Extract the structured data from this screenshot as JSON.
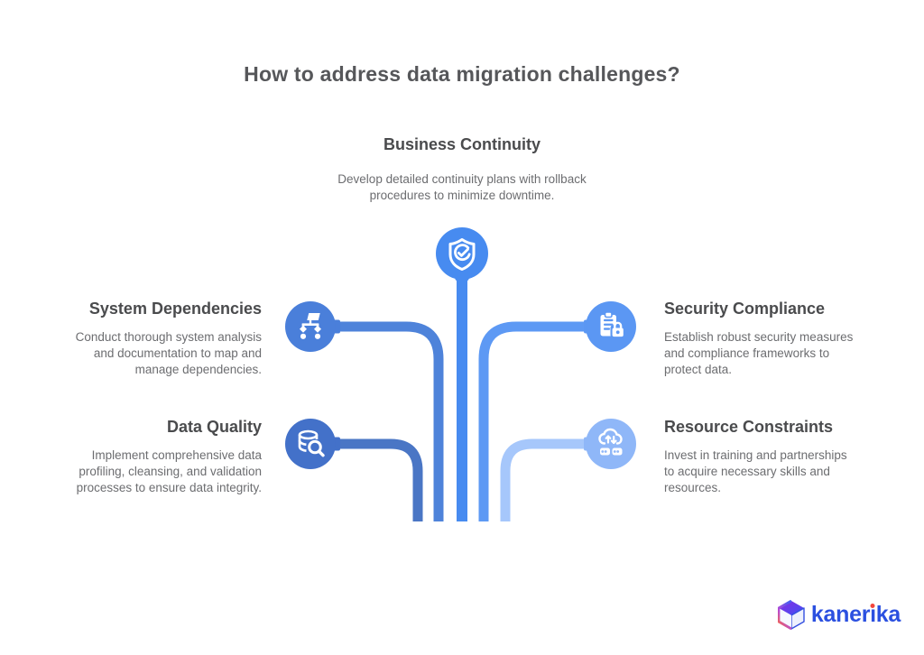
{
  "title": "How to address data migration challenges?",
  "nodes": {
    "business_continuity": {
      "label": "Business Continuity",
      "description": "Develop detailed continuity plans with rollback\nprocedures to minimize downtime.",
      "icon": "shield-check",
      "color": "#478bf0",
      "line_color": "#478bf0"
    },
    "system_dependencies": {
      "label": "System Dependencies",
      "description": "Conduct thorough system analysis\nand documentation to map and\nmanage dependencies.",
      "icon": "sitemap",
      "color": "#4a7fda",
      "line_color": "#4e83da"
    },
    "data_quality": {
      "label": "Data Quality",
      "description": "Implement comprehensive data\nprofiling, cleansing, and validation\nprocesses to ensure data integrity.",
      "icon": "database-search",
      "color": "#4371c9",
      "line_color": "#4a76c5"
    },
    "security_compliance": {
      "label": "Security Compliance",
      "description": "Establish robust security measures\nand compliance frameworks to\nprotect data.",
      "icon": "clipboard-lock",
      "color": "#5b97f3",
      "line_color": "#5d99f4"
    },
    "resource_constraints": {
      "label": "Resource Constraints",
      "description": "Invest in training and partnerships\nto acquire necessary skills and\nresources.",
      "icon": "cloud-transfer",
      "color": "#8fb7f8",
      "line_color": "#a6c7fb"
    }
  },
  "brand": {
    "name": "kanerika",
    "logo_pre": "kaner",
    "logo_i": "ı",
    "logo_post": "ka",
    "text_color": "#2b50e0",
    "dot_color": "#f3463c"
  }
}
